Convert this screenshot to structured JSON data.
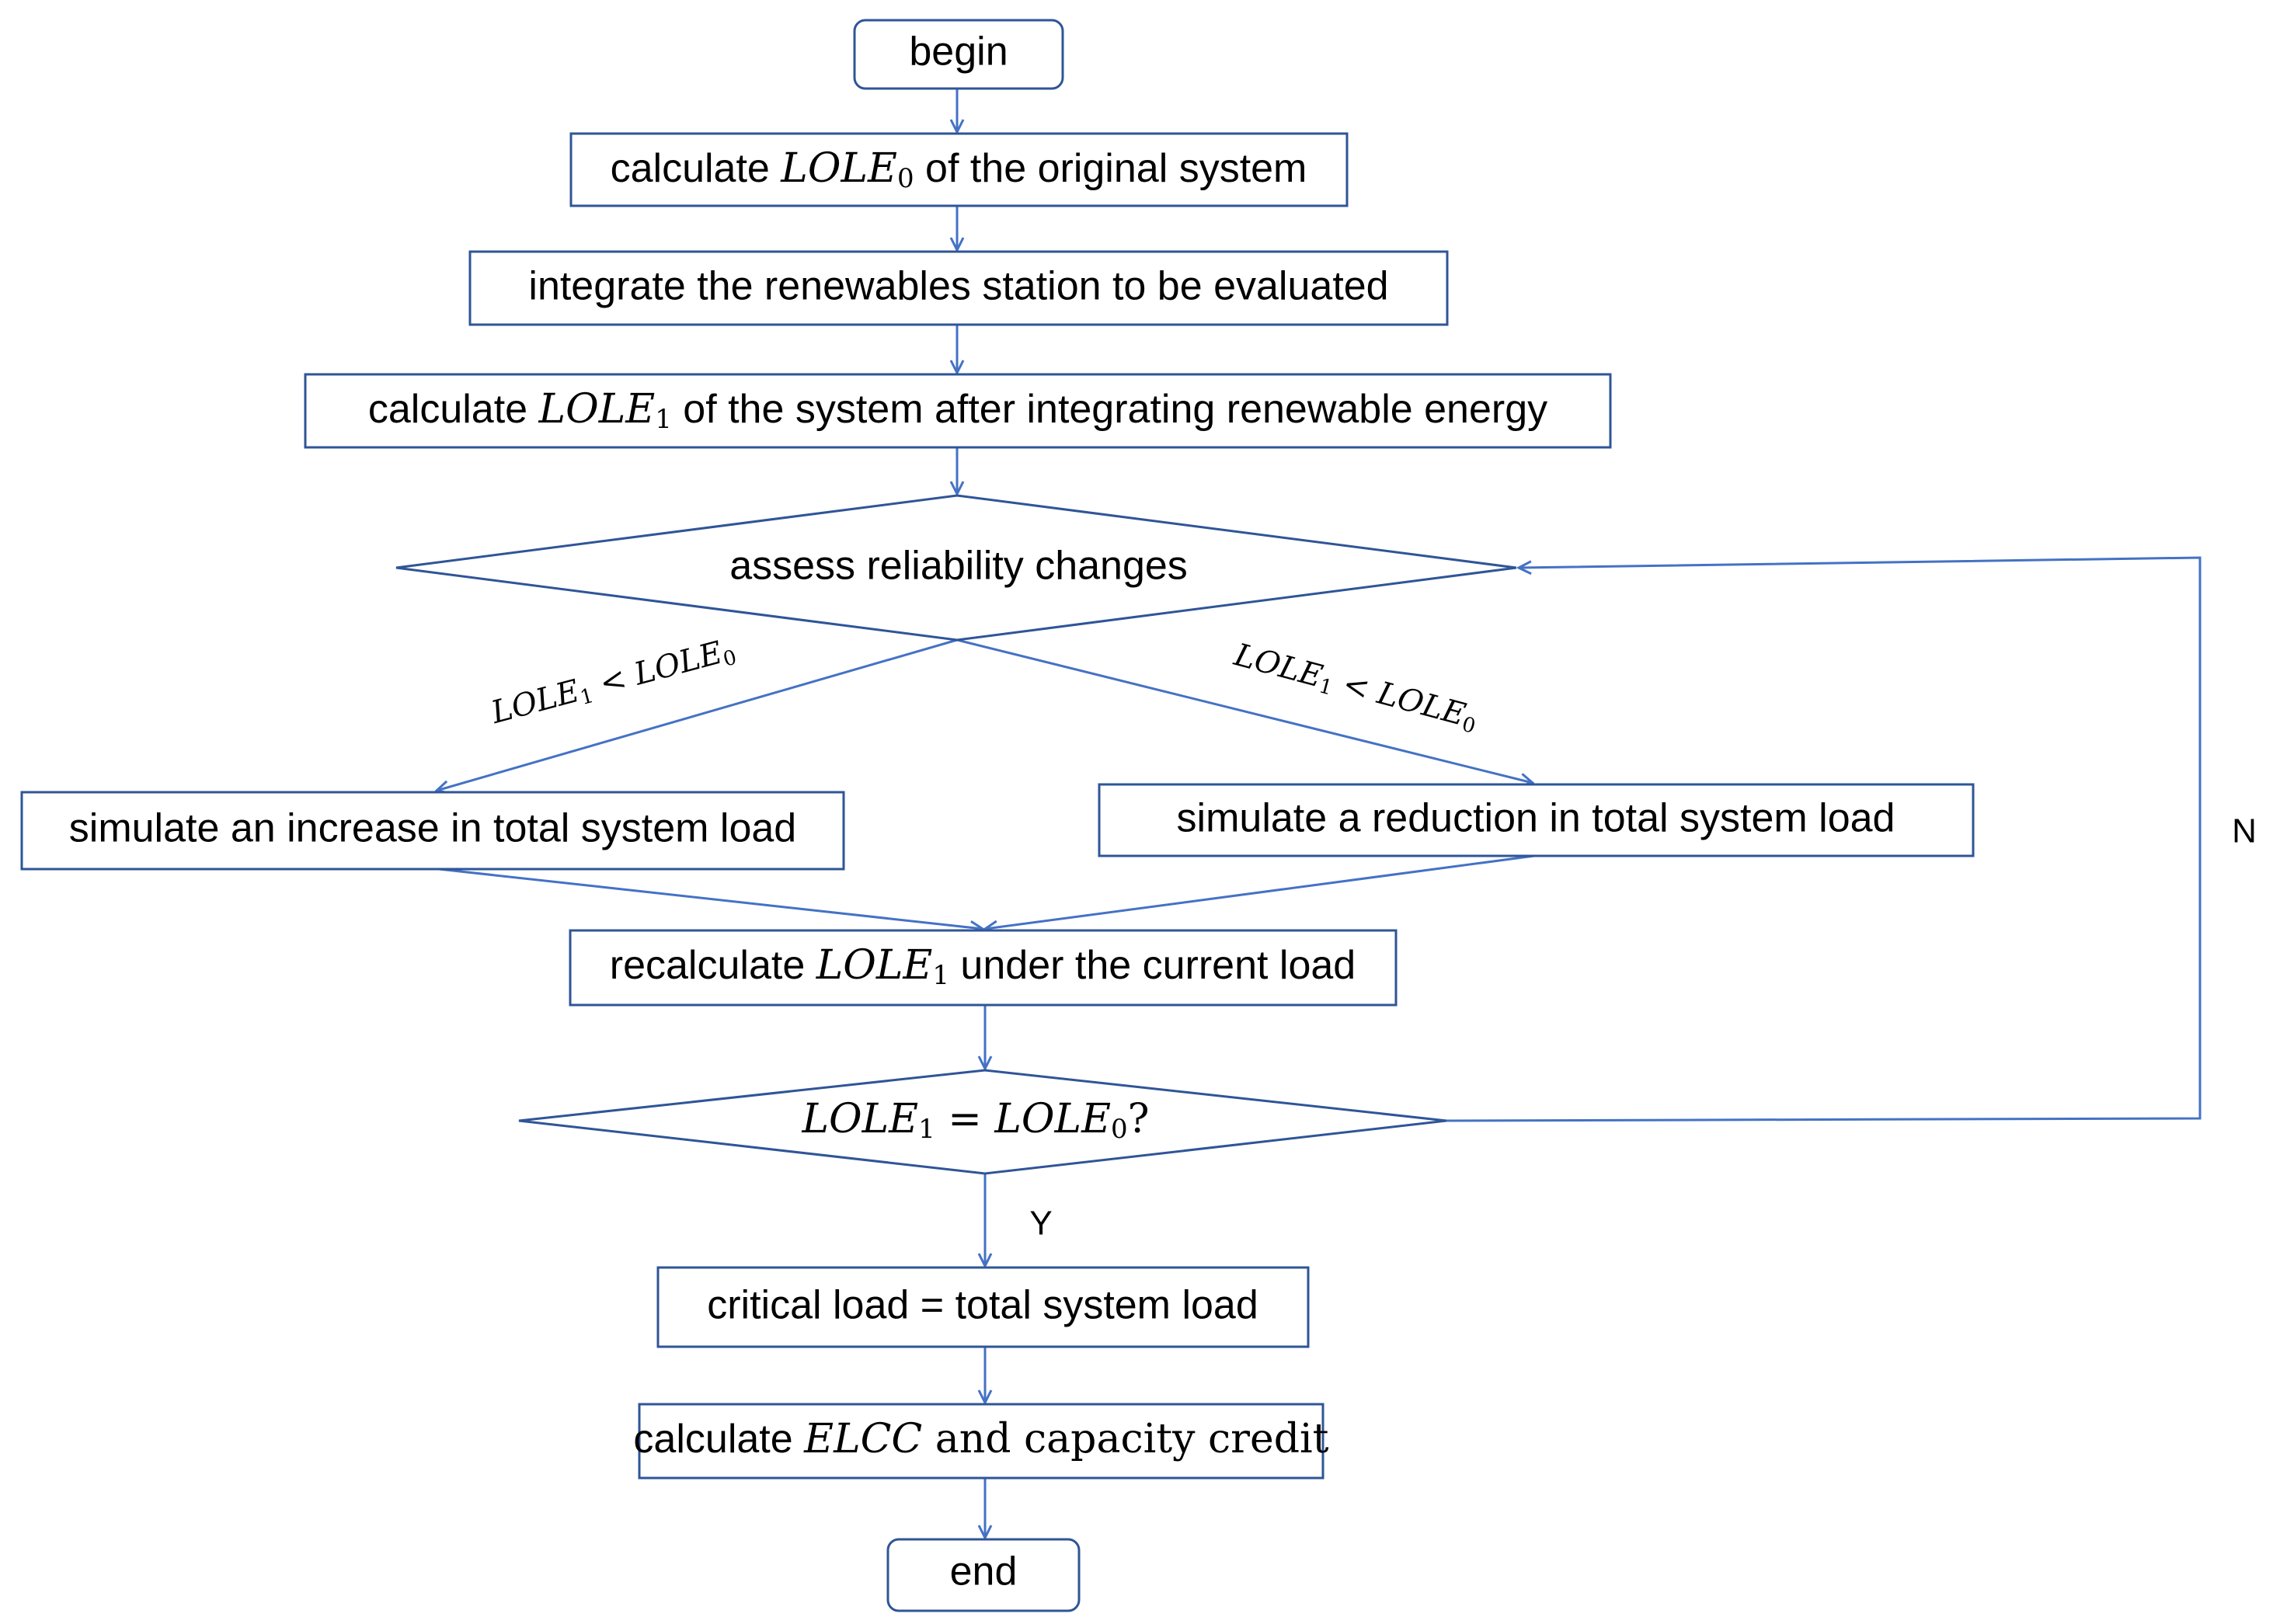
{
  "nodes": {
    "begin": "begin",
    "calc_lole0": {
      "pre": "calculate ",
      "var": "LOLE",
      "sub": "0",
      "post": " of the original system"
    },
    "integrate": "integrate the renewables station to be evaluated",
    "calc_lole1": {
      "pre": "calculate ",
      "var": "LOLE",
      "sub": "1",
      "post": " of the system after integrating renewable energy"
    },
    "assess": "assess reliability changes",
    "increase": "simulate an increase in total system load",
    "reduction": "simulate a reduction in total system load",
    "recalc": {
      "pre": "recalculate ",
      "var": "LOLE",
      "sub": "1",
      "post": " under the current load"
    },
    "check": {
      "lhs": "LOLE",
      "lhs_sub": "1",
      "op": " = ",
      "rhs": "LOLE",
      "rhs_sub": "0",
      "q": "?"
    },
    "critical": "critical load = total system load",
    "calc_elcc": {
      "pre": "calculate ",
      "var": "ELCC",
      "post": " and capacity credit"
    },
    "end": "end"
  },
  "edges": {
    "left_cond": {
      "a": "LOLE",
      "a_sub": "1",
      "op": " < ",
      "b": "LOLE",
      "b_sub": "0"
    },
    "right_cond": {
      "a": "LOLE",
      "a_sub": "1",
      "op": " < ",
      "b": "LOLE",
      "b_sub": "0"
    },
    "yes": "Y",
    "no": "N"
  },
  "colors": {
    "box_stroke": "#2f5597",
    "line": "#4472c4"
  }
}
